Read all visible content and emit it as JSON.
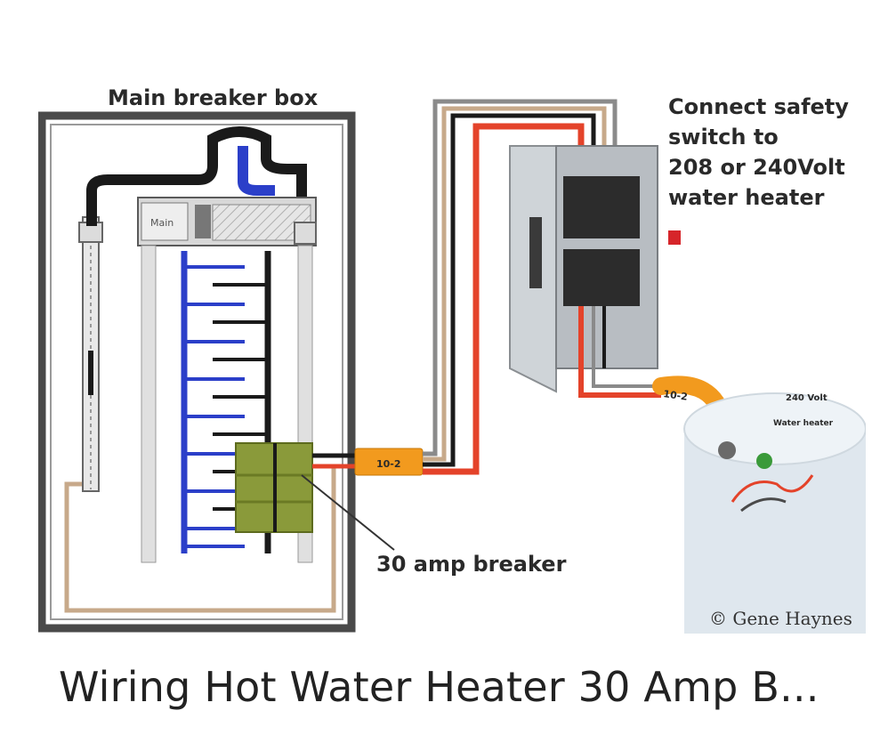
{
  "diagram": {
    "labels": {
      "main_breaker_box": "Main breaker box",
      "safety_switch_line1": "Connect safety",
      "safety_switch_line2": "switch to",
      "safety_switch_line3": "208 or 240Volt",
      "safety_switch_line4": "water heater",
      "breaker": "30 amp breaker",
      "cable_1": "10-2",
      "cable_2": "10-2",
      "heater_line1": "240 Volt",
      "heater_line2": "Water heater",
      "main_tag": "Main",
      "copyright": "© Gene Haynes"
    },
    "colors": {
      "hot_black": "#1a1a1a",
      "hot_red": "#e4432a",
      "neutral": "#8a8a8a",
      "ground_bare": "#c7a98a",
      "bus_blue": "#2b3fc9",
      "cable_orange": "#f29a1e",
      "breaker_green": "#8a9a3a"
    }
  },
  "caption": {
    "text": "Wiring Hot Water Heater 30 Amp B..."
  }
}
